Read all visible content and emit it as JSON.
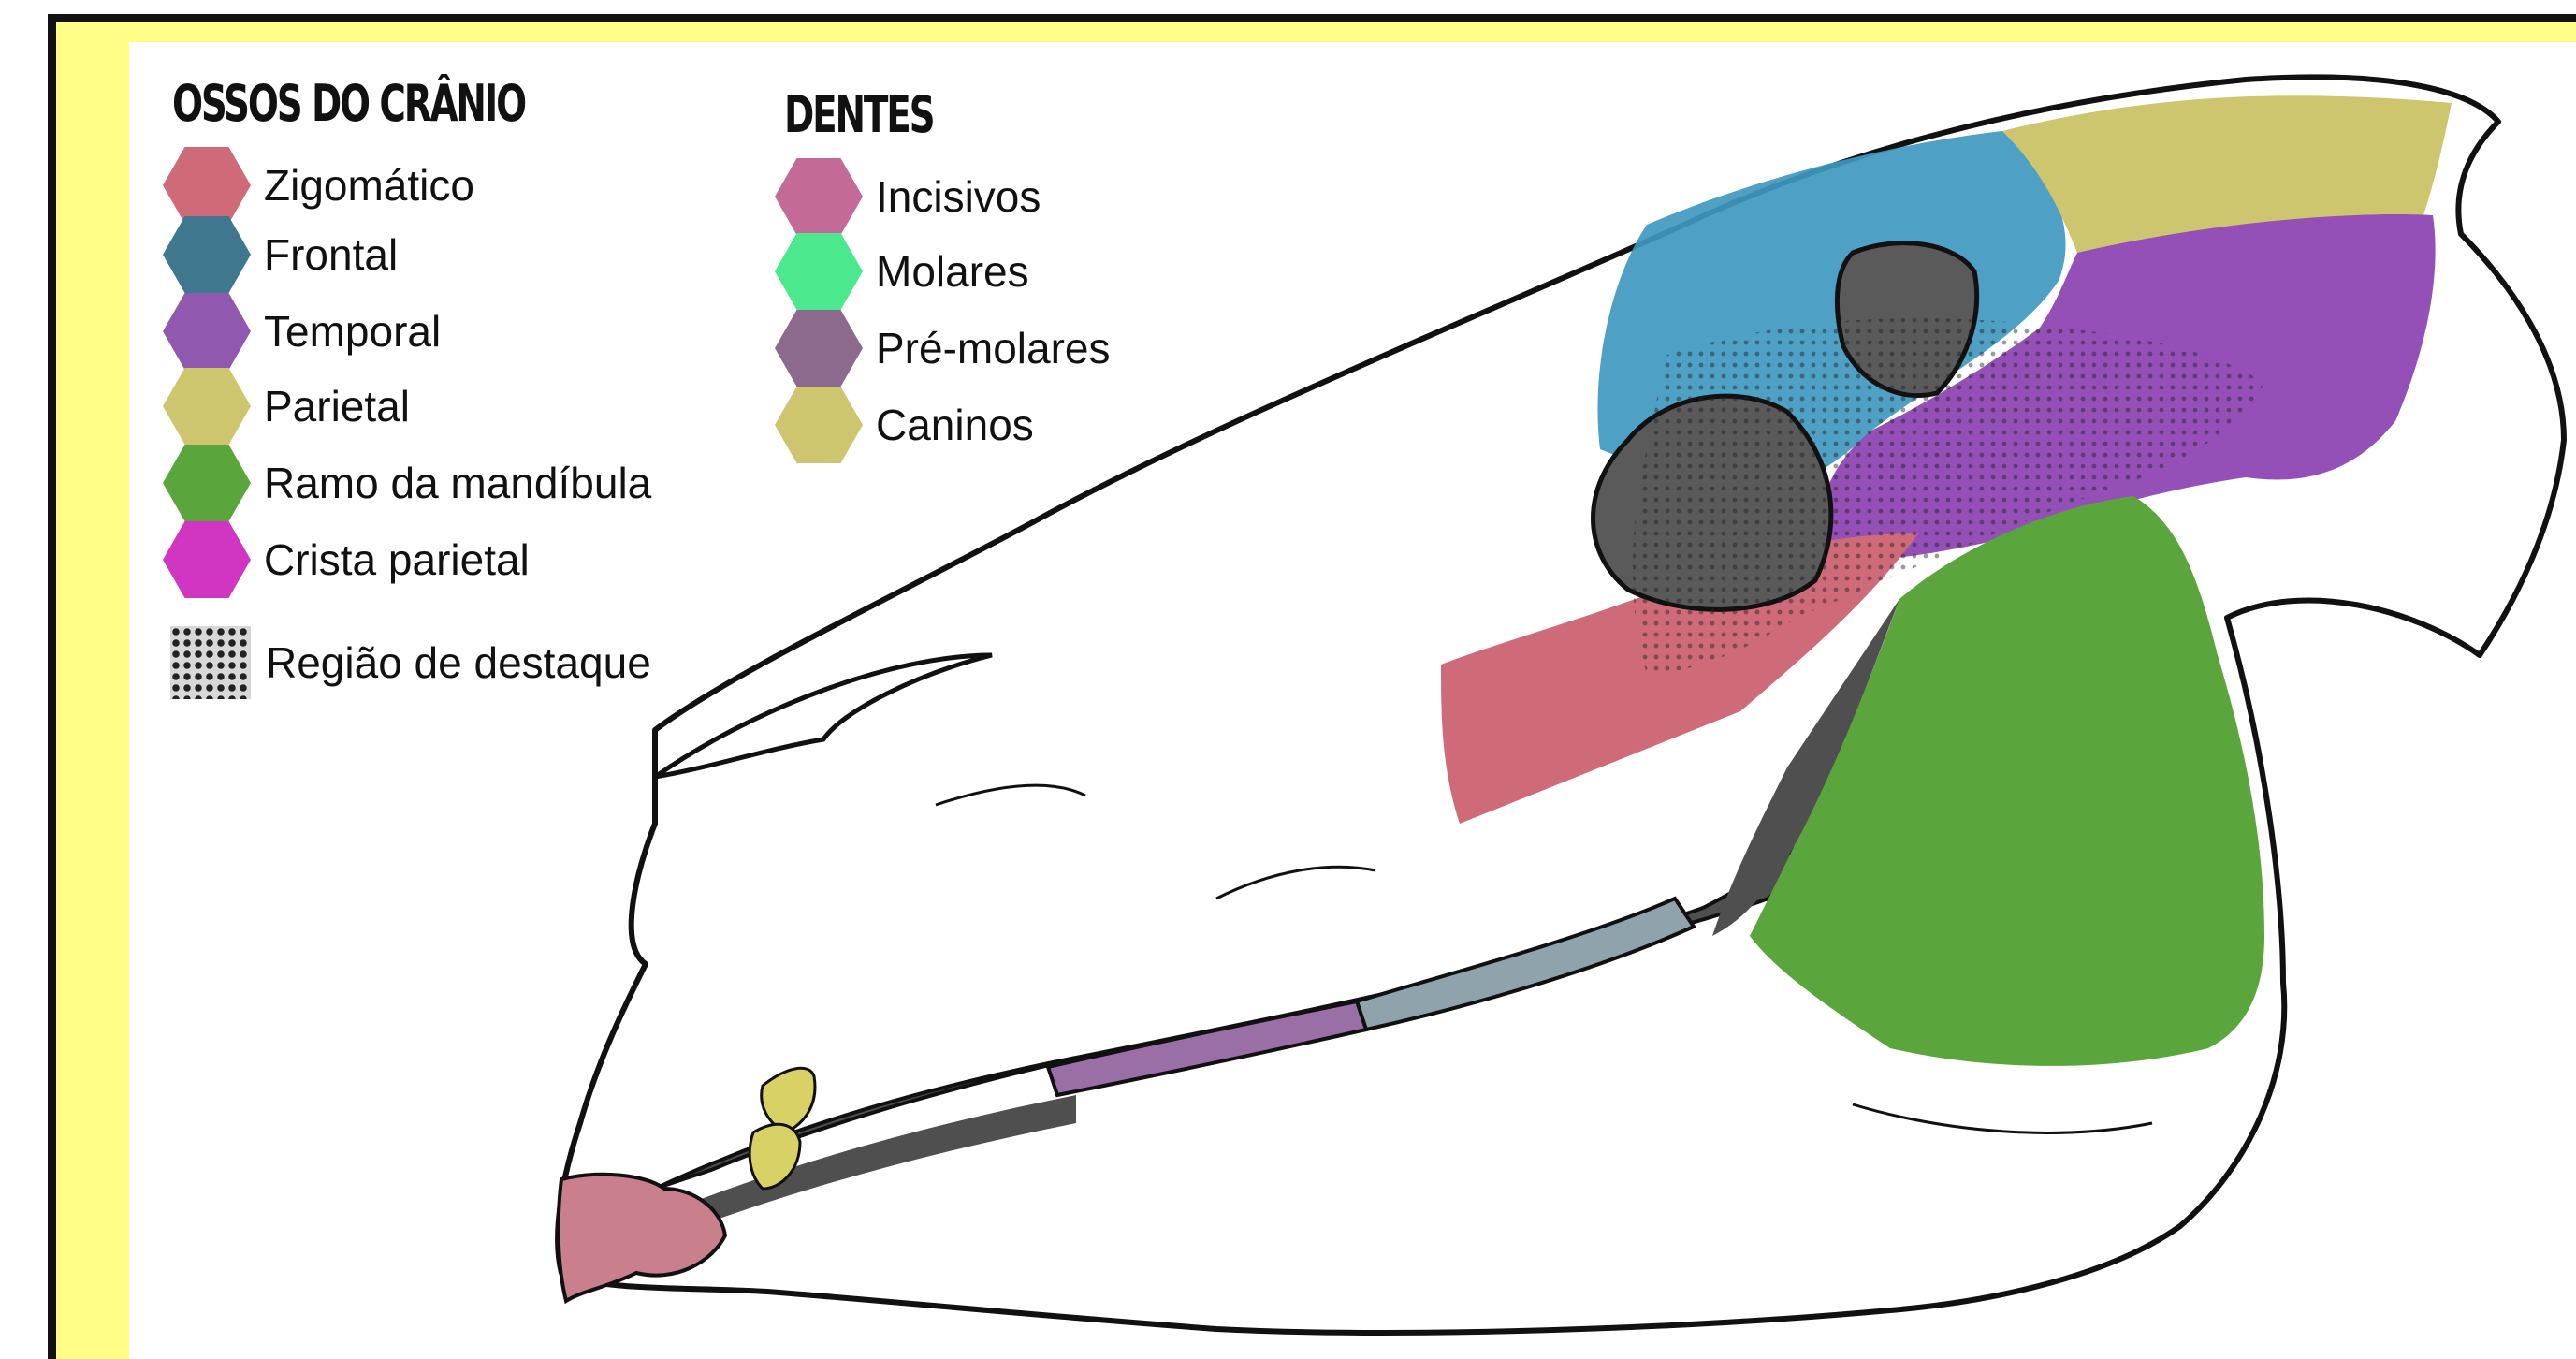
{
  "legend_bones": {
    "title": "OSSOS DO CRÂNIO",
    "items": [
      {
        "label": "Zigomático",
        "color": "#cf6b78"
      },
      {
        "label": "Frontal",
        "color": "#3f788e"
      },
      {
        "label": "Temporal",
        "color": "#9158b0"
      },
      {
        "label": "Parietal",
        "color": "#cdc66e"
      },
      {
        "label": "Ramo da mandíbula",
        "color": "#5aa63c"
      },
      {
        "label": "Crista parietal",
        "color": "#d136c2"
      }
    ],
    "highlight_label": "Região de destaque"
  },
  "legend_teeth": {
    "title": "DENTES",
    "items": [
      {
        "label": "Incisivos",
        "color": "#c46a96"
      },
      {
        "label": "Molares",
        "color": "#4ce88d"
      },
      {
        "label": "Pré-molares",
        "color": "#8b6a8e"
      },
      {
        "label": "Caninos",
        "color": "#cdc66e"
      }
    ]
  },
  "illustration": {
    "subject": "horse-skull-lateral-view",
    "colors": {
      "background_frame": "#fffd86",
      "outline": "#111111",
      "dark_bone": "#555555",
      "frontal": "#3f98bf",
      "parietal": "#cdc66e",
      "temporal": "#9550b8",
      "zygomatic": "#cf6b78",
      "mandible_ramus": "#5aa63c",
      "molars": "#8fa3ad",
      "premolars": "#9a6fa6",
      "canines": "#d8d166",
      "incisors": "#c9808c"
    }
  }
}
